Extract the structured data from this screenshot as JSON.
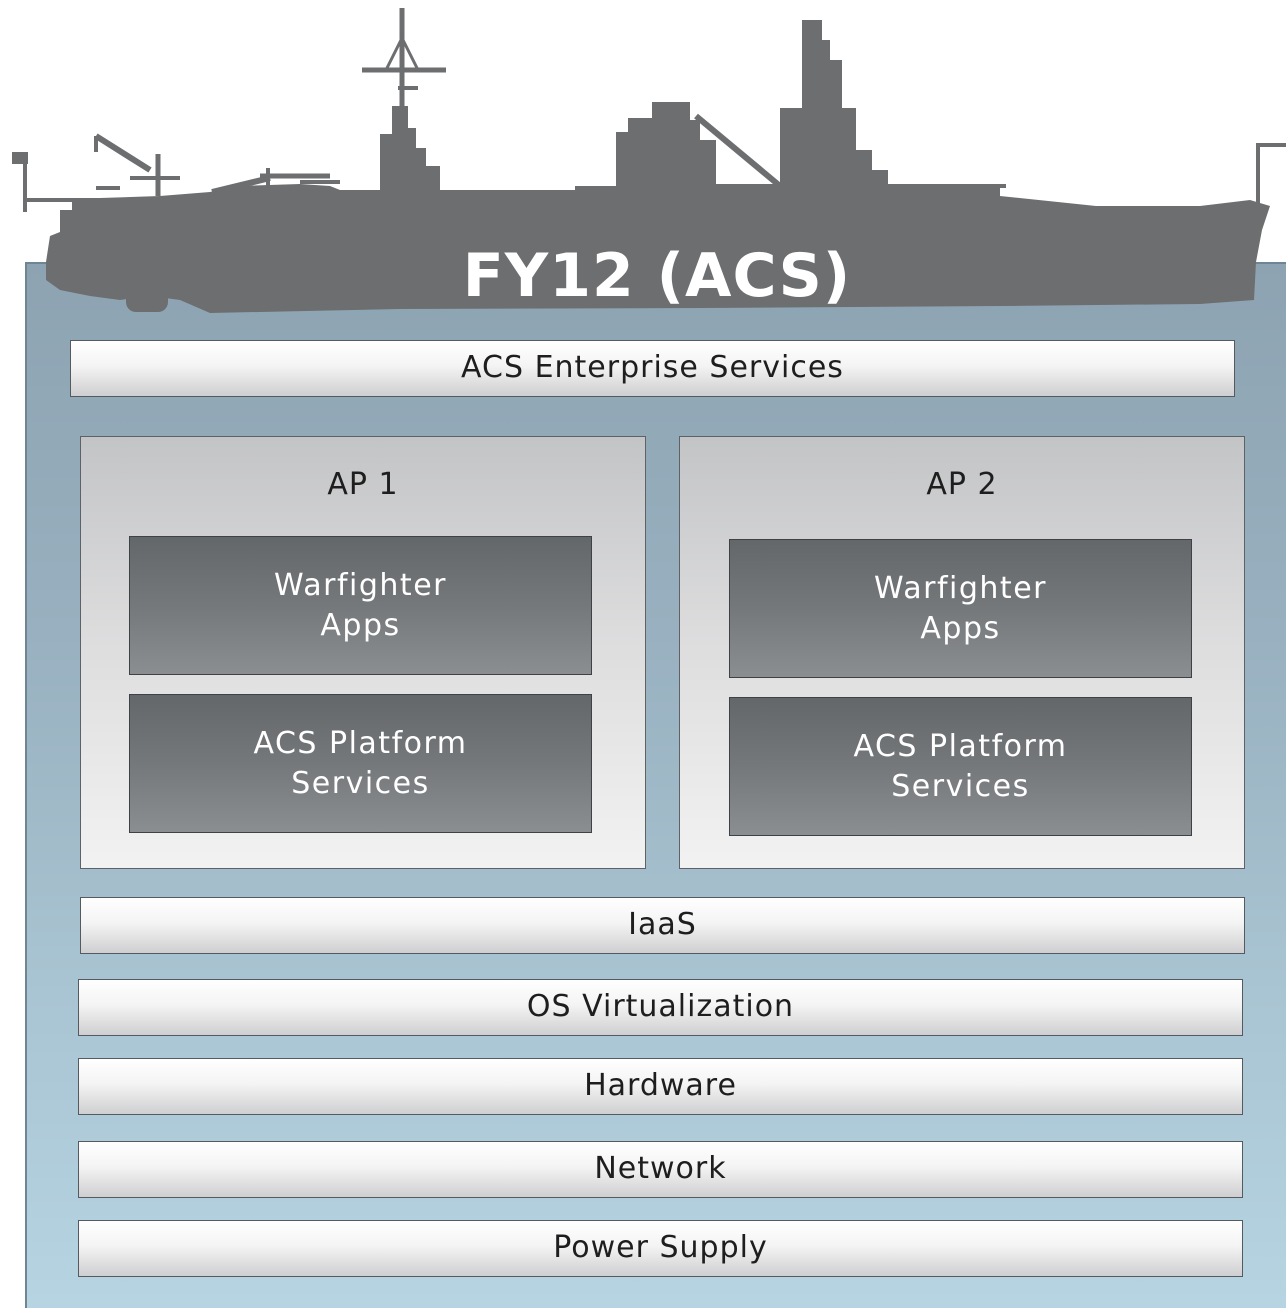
{
  "title": "FY12 (ACS)",
  "enterprise_label": "ACS Enterprise Services",
  "access_points": [
    {
      "title": "AP 1",
      "apps": [
        "Warfighter",
        "Apps"
      ],
      "platform": [
        "ACS Platform",
        "Services"
      ]
    },
    {
      "title": "AP 2",
      "apps": [
        "Warfighter",
        "Apps"
      ],
      "platform": [
        "ACS Platform",
        "Services"
      ]
    }
  ],
  "layers": [
    "IaaS",
    "OS Virtualization",
    "Hardware",
    "Network",
    "Power Supply"
  ],
  "colors": {
    "ship": "#6d6e70",
    "water_top": "#8da3b2",
    "water_bottom": "#b6d4e2",
    "dark_box": "#707376"
  }
}
